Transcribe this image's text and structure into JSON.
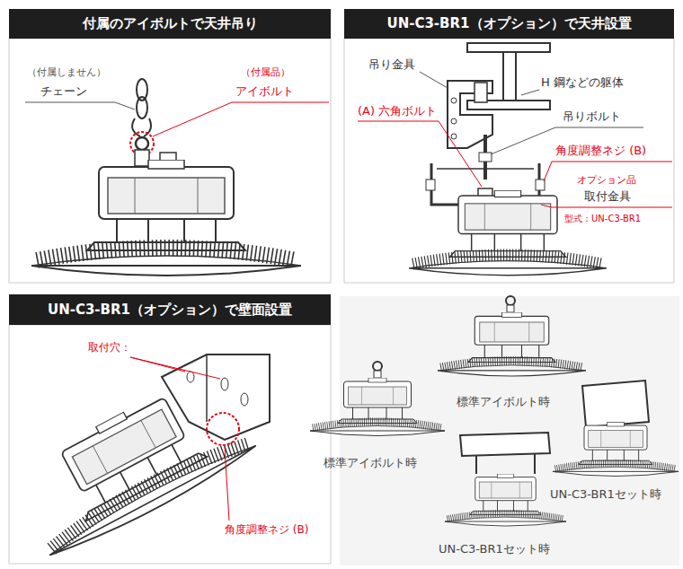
{
  "diagram": {
    "nodes": [
      {
        "text": [
          "付属のアイボルトで天井吊り"
        ]
      },
      {
        "text": [
          "UN-C3-BR1（オプション）で天井設置"
        ]
      },
      {
        "text": [
          "UN-C3-BR1（オプション）で壁面設置"
        ]
      }
    ],
    "labels": [
      "（付属しません）",
      "チェーン",
      "（付属品）",
      "アイボルト",
      "吊り金具",
      "H 鋼などの躯体",
      "(A) 六角ボルト",
      "吊りボルト",
      "角度調整ネジ (B)",
      "オプション品",
      "取付金具",
      "型式：UN-C3-BR1",
      "取付穴：",
      "角度調整ネジ (B)",
      "標準アイボルト時",
      "標準アイボルト時",
      "UN-C3-BR1セット時",
      "UN-C3-BR1セット時"
    ]
  }
}
